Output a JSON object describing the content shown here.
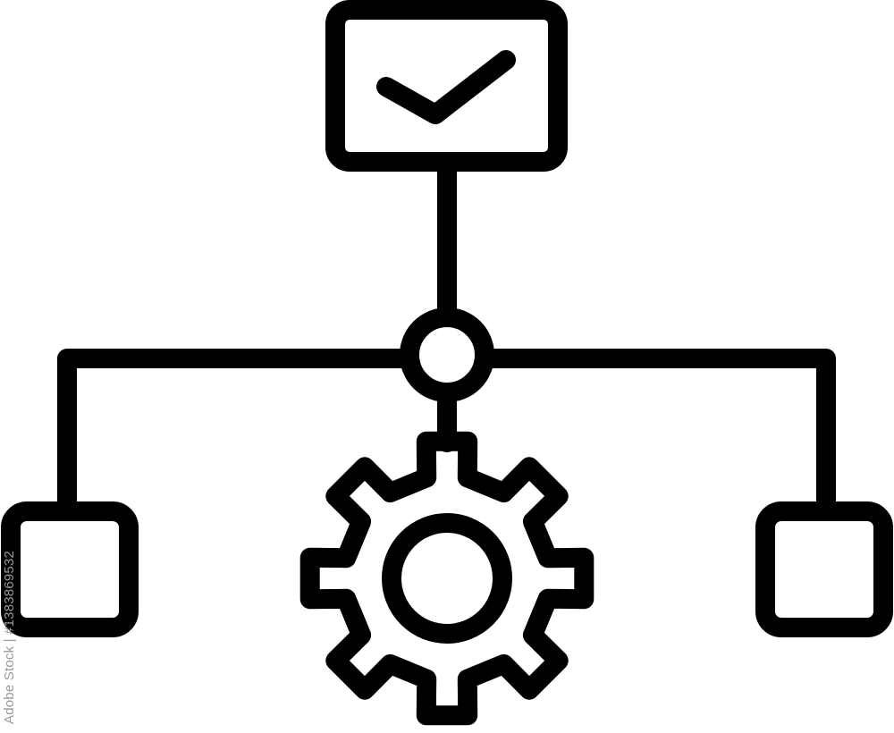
{
  "diagram": {
    "nodes": [
      {
        "name": "approved-task",
        "icon": "checkmark-icon"
      },
      {
        "name": "hub",
        "icon": "circle-junction"
      },
      {
        "name": "left-item",
        "icon": "square"
      },
      {
        "name": "right-item",
        "icon": "square"
      },
      {
        "name": "process-settings",
        "icon": "gear-icon"
      }
    ],
    "stroke_color": "#000000",
    "background_color": "#ffffff"
  },
  "watermark": {
    "text": "Adobe Stock | #1383869532"
  }
}
